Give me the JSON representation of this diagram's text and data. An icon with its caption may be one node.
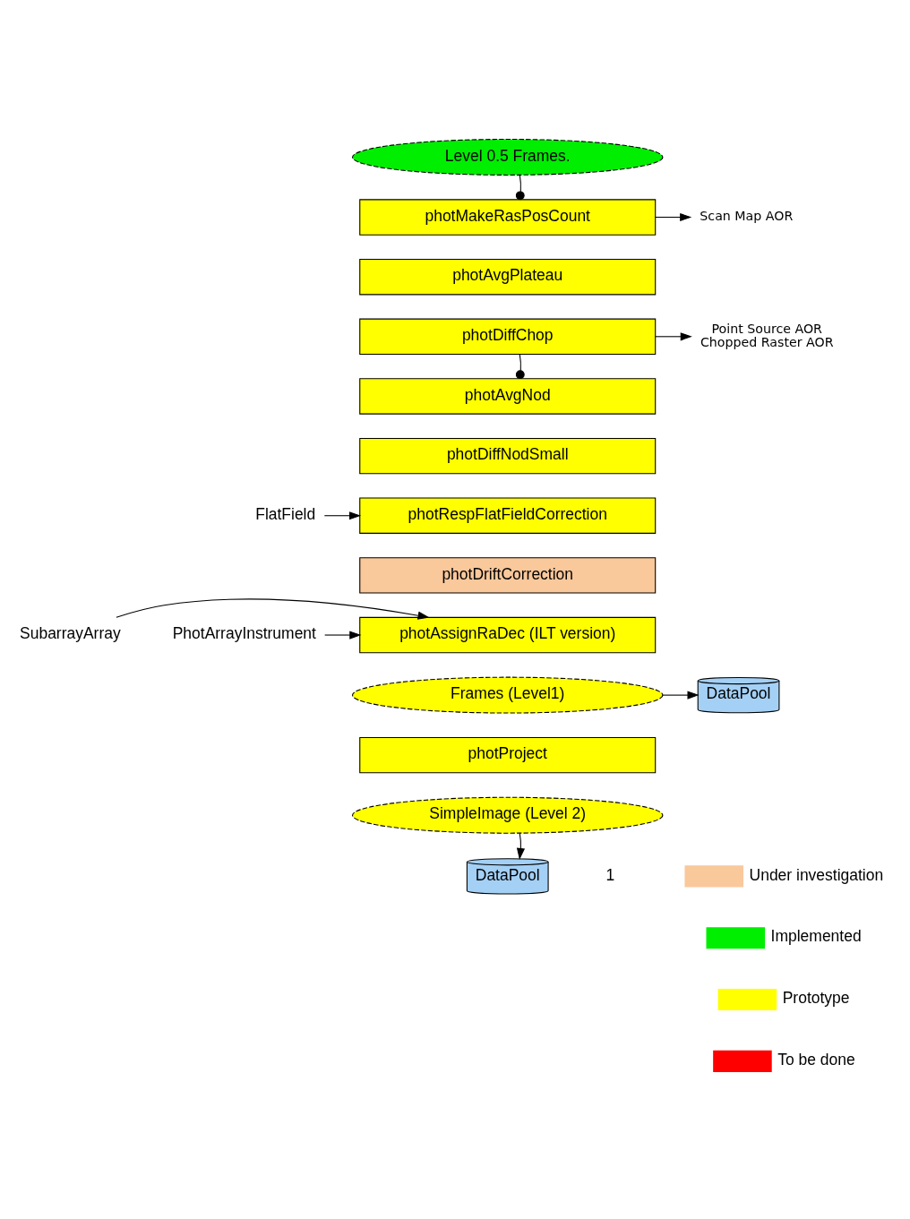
{
  "diagram": {
    "nodes": [
      {
        "text": [
          "Level 0.5 Frames."
        ]
      },
      {
        "text": [
          "photMakeRasPosCount"
        ]
      },
      {
        "text": [
          "photAvgPlateau"
        ]
      },
      {
        "text": [
          "photDiffChop"
        ]
      },
      {
        "text": [
          "photAvgNod"
        ]
      },
      {
        "text": [
          "photDiffNodSmall"
        ]
      },
      {
        "text": [
          "photRespFlatFieldCorrection"
        ]
      },
      {
        "text": [
          "photDriftCorrection"
        ]
      },
      {
        "text": [
          "photAssignRaDec (ILT version)"
        ]
      },
      {
        "text": [
          "Frames (Level1)"
        ]
      },
      {
        "text": [
          "photProject"
        ]
      },
      {
        "text": [
          "SimpleImage (Level 2)"
        ]
      },
      {
        "text": [
          "DataPool"
        ]
      },
      {
        "text": [
          "Scan Map AOR"
        ]
      },
      {
        "text": [
          "Point Source AOR",
          "Chopped Raster AOR"
        ]
      },
      {
        "text": [
          "FlatField"
        ]
      },
      {
        "text": [
          "SubarrayArray"
        ]
      },
      {
        "text": [
          "PhotArrayInstrument"
        ]
      },
      {
        "text": [
          "DataPool"
        ]
      }
    ],
    "edges": [
      {
        "from": 0,
        "to": 1,
        "arrow": "other"
      },
      {
        "from": 1,
        "to": 13,
        "arrow": "to"
      },
      {
        "from": 3,
        "to": 4,
        "arrow": "other"
      },
      {
        "from": 3,
        "to": 14,
        "arrow": "to"
      },
      {
        "from": 15,
        "to": 6,
        "arrow": "to"
      },
      {
        "from": 16,
        "to": 8,
        "arrow": "to"
      },
      {
        "from": 17,
        "to": 8,
        "arrow": "to"
      },
      {
        "from": 9,
        "to": 18,
        "arrow": "to"
      },
      {
        "from": 11,
        "to": 12,
        "arrow": "to"
      }
    ],
    "labels": [
      "1"
    ],
    "legend": [
      {
        "text": "Under investigation",
        "color": "#f9c89b"
      },
      {
        "text": "Implemented",
        "color": "#00ee00"
      },
      {
        "text": "Prototype",
        "color": "#ffff00"
      },
      {
        "text": "To be done",
        "color": "#ff0000"
      }
    ]
  }
}
